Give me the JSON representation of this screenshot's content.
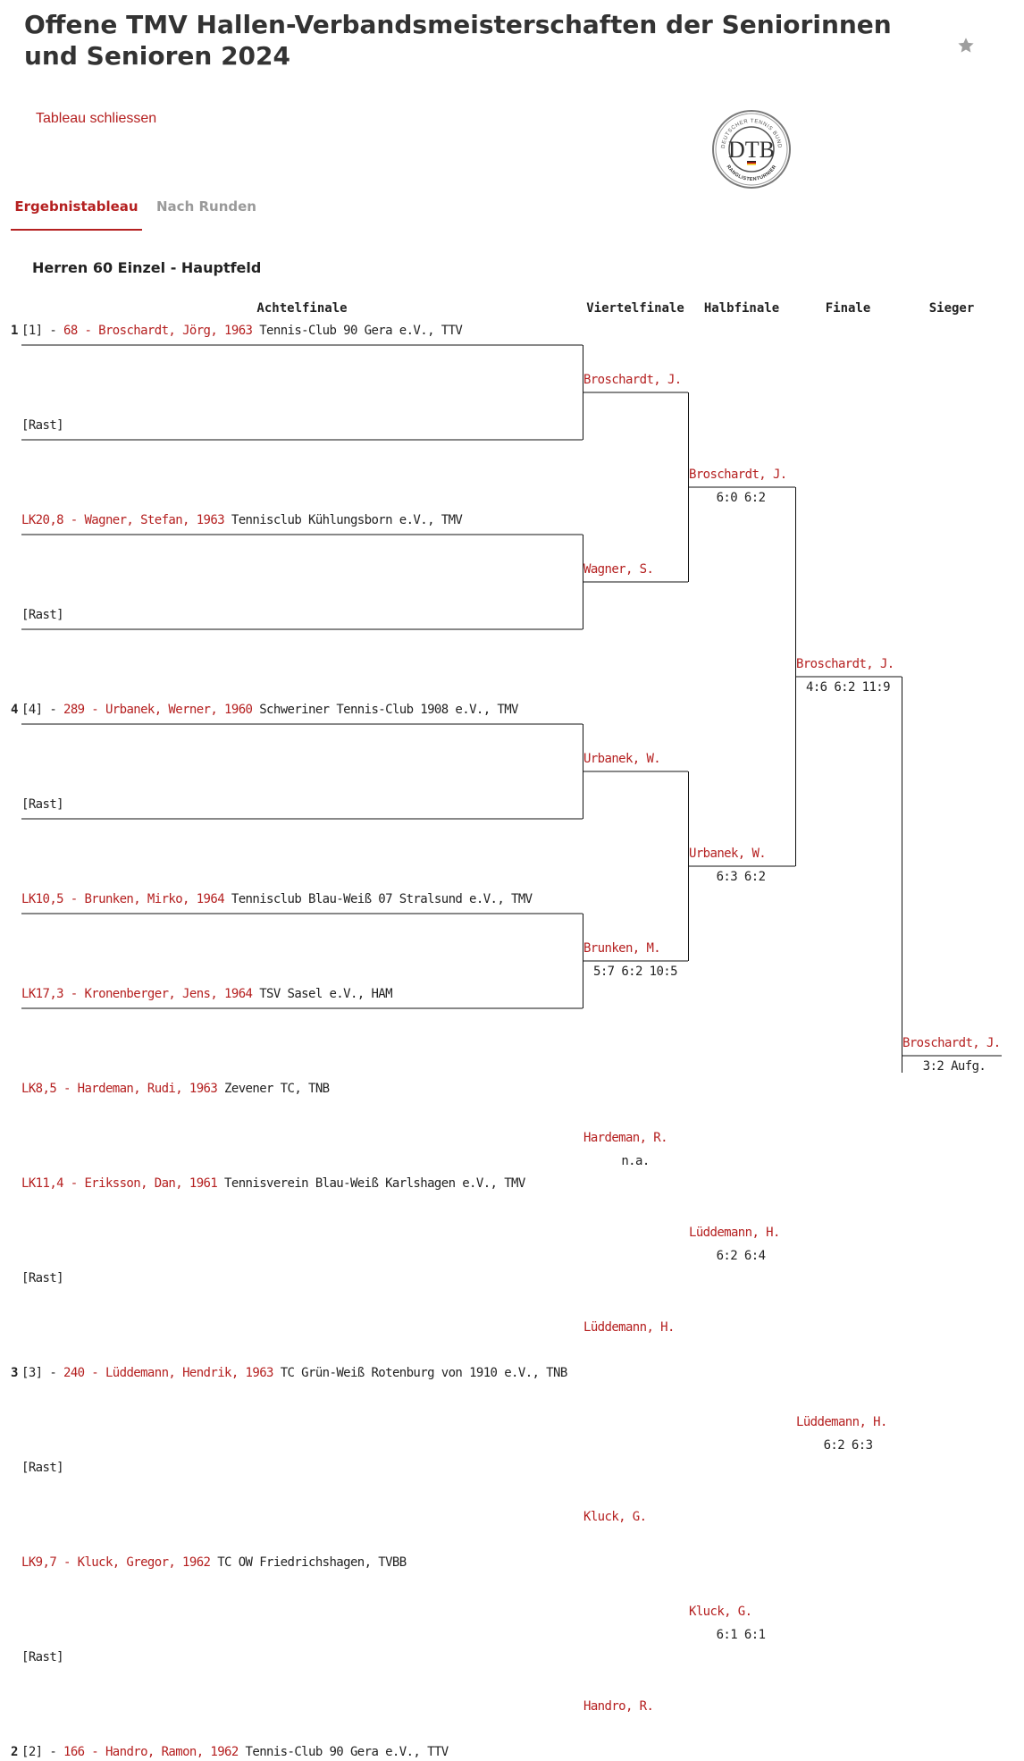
{
  "page": {
    "title": "Offene TMV Hallen-Verbandsmeisterschaften der Seniorinnen und Senioren 2024",
    "close_link": "Tableau schliessen",
    "tabs": [
      {
        "label": "Ergebnistableau",
        "active": true
      },
      {
        "label": "Nach Runden",
        "active": false
      }
    ],
    "section_title": "Herren 60 Einzel - Hauptfeld",
    "accent_color": "#b52020",
    "icons": {
      "favorite": "star-icon",
      "logo": "dtb-logo"
    }
  },
  "logo": {
    "letters": "DTB",
    "ring_text_top": "DEUTSCHER TENNIS BUND",
    "ring_text_bottom": "RANGLISTENTURNIER"
  },
  "rounds": [
    "Achtelfinale",
    "Viertelfinale",
    "Halbfinale",
    "Finale",
    "Sieger"
  ],
  "draw": [
    {
      "seed_num": "1",
      "prefix": "[1] - ",
      "player": "68 - Broschardt, Jörg, 1963",
      "club": " Tennis-Club 90 Gera e.V., TTV"
    },
    {
      "seed_num": "",
      "prefix": "",
      "player": "",
      "club": "[Rast]"
    },
    {
      "seed_num": "",
      "prefix": "",
      "player": "LK20,8 - Wagner, Stefan, 1963",
      "club": " Tennisclub Kühlungsborn e.V., TMV"
    },
    {
      "seed_num": "",
      "prefix": "",
      "player": "",
      "club": "[Rast]"
    },
    {
      "seed_num": "4",
      "prefix": "[4] - ",
      "player": "289 - Urbanek, Werner, 1960",
      "club": " Schweriner Tennis-Club 1908 e.V., TMV"
    },
    {
      "seed_num": "",
      "prefix": "",
      "player": "",
      "club": "[Rast]"
    },
    {
      "seed_num": "",
      "prefix": "",
      "player": "LK10,5 - Brunken, Mirko, 1964",
      "club": " Tennisclub Blau-Weiß 07 Stralsund e.V., TMV"
    },
    {
      "seed_num": "",
      "prefix": "",
      "player": "LK17,3 - Kronenberger, Jens, 1964",
      "club": " TSV Sasel e.V., HAM"
    },
    {
      "seed_num": "",
      "prefix": "",
      "player": "LK8,5 - Hardeman, Rudi, 1963",
      "club": " Zevener TC, TNB"
    },
    {
      "seed_num": "",
      "prefix": "",
      "player": "LK11,4 - Eriksson, Dan, 1961",
      "club": " Tennisverein Blau-Weiß Karlshagen e.V., TMV"
    },
    {
      "seed_num": "",
      "prefix": "",
      "player": "",
      "club": "[Rast]"
    },
    {
      "seed_num": "3",
      "prefix": "[3] - ",
      "player": "240 - Lüddemann, Hendrik, 1963",
      "club": " TC Grün-Weiß Rotenburg von 1910 e.V., TNB"
    },
    {
      "seed_num": "",
      "prefix": "",
      "player": "",
      "club": "[Rast]"
    },
    {
      "seed_num": "",
      "prefix": "",
      "player": "LK9,7 - Kluck, Gregor, 1962",
      "club": " TC OW Friedrichshagen, TVBB"
    },
    {
      "seed_num": "",
      "prefix": "",
      "player": "",
      "club": "[Rast]"
    },
    {
      "seed_num": "2",
      "prefix": "[2] - ",
      "player": "166 - Handro, Ramon, 1962",
      "club": " Tennis-Club 90 Gera e.V., TTV"
    }
  ],
  "results": [
    [
      {
        "name": "Broschardt, J.",
        "score": ""
      },
      {
        "name": "Wagner, S.",
        "score": ""
      },
      {
        "name": "Urbanek, W.",
        "score": ""
      },
      {
        "name": "Brunken, M.",
        "score": "5:7 6:2 10:5"
      },
      {
        "name": "Hardeman, R.",
        "score": "n.a."
      },
      {
        "name": "Lüddemann, H.",
        "score": ""
      },
      {
        "name": "Kluck, G.",
        "score": ""
      },
      {
        "name": "Handro, R.",
        "score": ""
      }
    ],
    [
      {
        "name": "Broschardt, J.",
        "score": "6:0 6:2"
      },
      {
        "name": "Urbanek, W.",
        "score": "6:3 6:2"
      },
      {
        "name": "Lüddemann, H.",
        "score": "6:2 6:4"
      },
      {
        "name": "Kluck, G.",
        "score": "6:1 6:1"
      }
    ],
    [
      {
        "name": "Broschardt, J.",
        "score": "4:6 6:2 11:9"
      },
      {
        "name": "Lüddemann, H.",
        "score": "6:2 6:3"
      }
    ],
    [
      {
        "name": "Broschardt, J.",
        "score": "3:2 Aufg."
      }
    ]
  ]
}
